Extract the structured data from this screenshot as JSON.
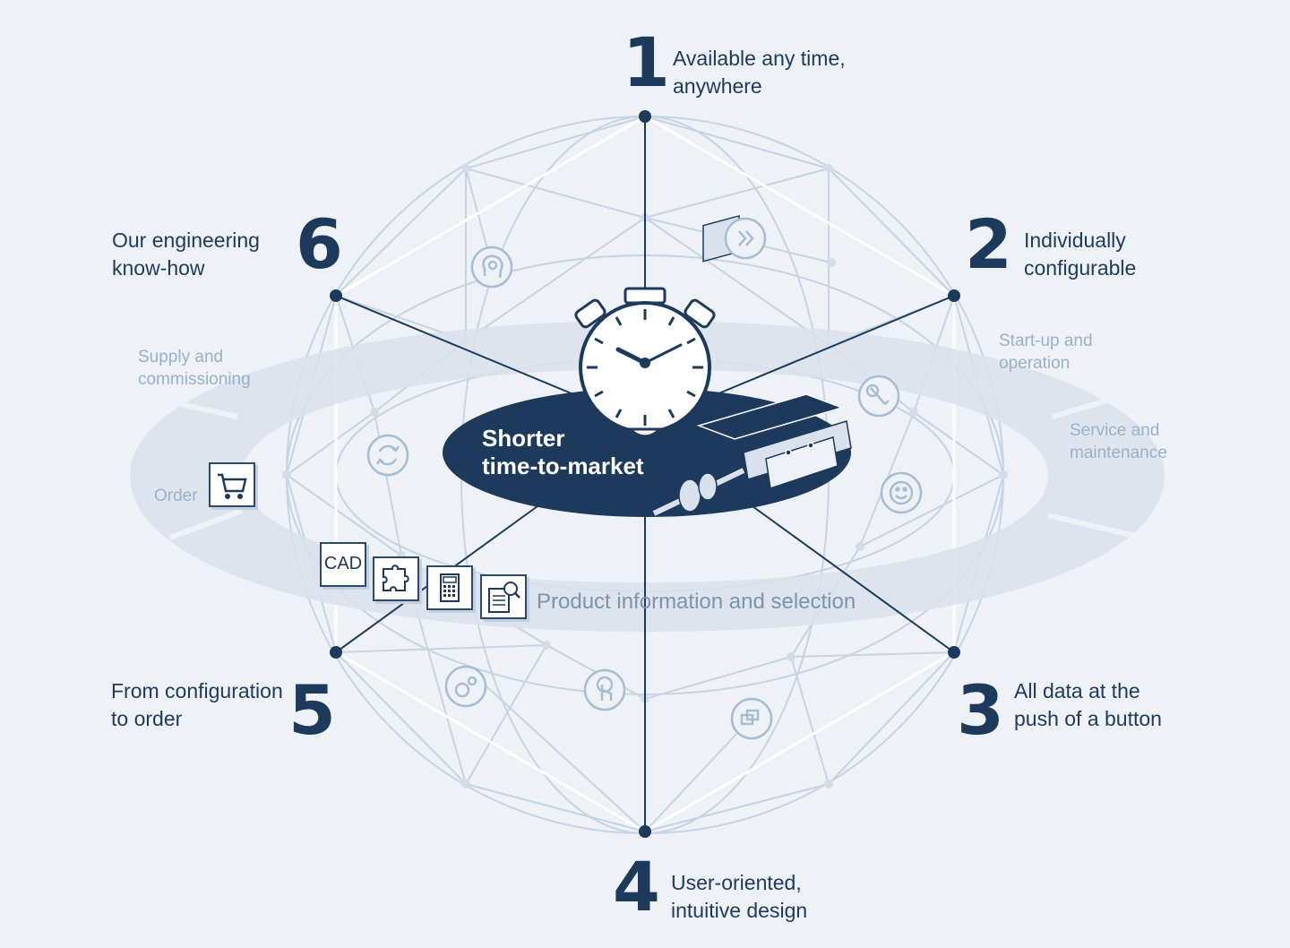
{
  "pillars": [
    {
      "number": "1",
      "label": "Available any time,\nanywhere"
    },
    {
      "number": "2",
      "label": "Individually\nconfigurable"
    },
    {
      "number": "3",
      "label": "All data at the\npush of a button"
    },
    {
      "number": "4",
      "label": "User-oriented,\nintuitive design"
    },
    {
      "number": "5",
      "label": "From configuration\nto order"
    },
    {
      "number": "6",
      "label": "Our engineering\nknow-how"
    }
  ],
  "center": {
    "title": "Shorter\ntime-to-market"
  },
  "phases": {
    "supply": "Supply and\ncommissioning",
    "startup": "Start-up and\noperation",
    "service": "Service and\nmaintenance",
    "order": "Order",
    "product_info": "Product information and selection"
  },
  "tools": {
    "cad": "CAD"
  },
  "icons": [
    "head-gear-icon",
    "fast-forward-icon",
    "refresh-icon",
    "wrench-icon",
    "smiley-icon",
    "gear-icon",
    "touch-icon",
    "windows-icon",
    "cart-icon",
    "puzzle-icon",
    "calculator-icon",
    "document-search-icon",
    "stopwatch-icon",
    "linear-guide-icon"
  ],
  "colors": {
    "navy": "#1d3a5c",
    "globe_line": "#c7d4e3",
    "ring": "#d9e2ec",
    "background": "#eef2f7"
  }
}
